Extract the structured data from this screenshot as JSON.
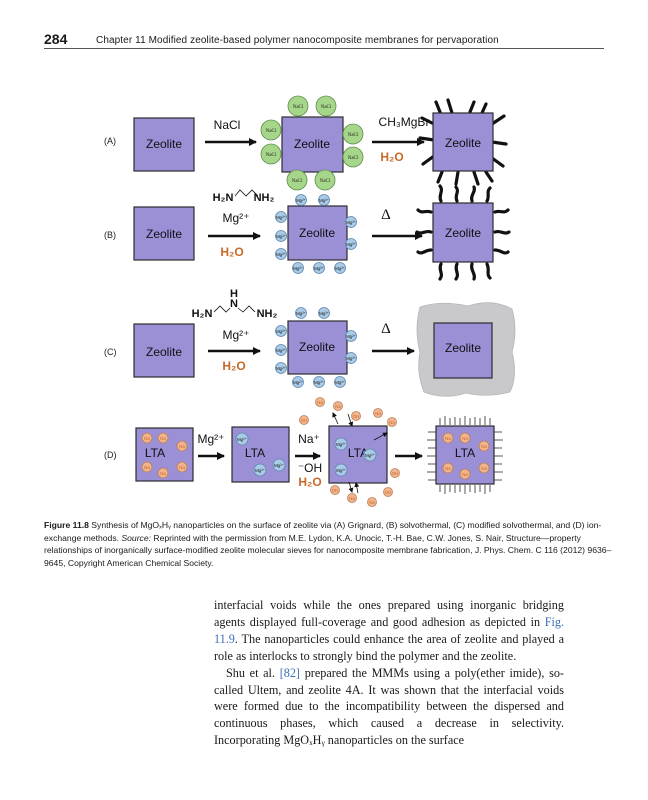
{
  "header": {
    "page_number": "284",
    "chapter": "Chapter 11  Modified zeolite-based polymer nanocomposite membranes for pervaporation"
  },
  "figure": {
    "panels": {
      "A": {
        "label": "(A)",
        "start_block": "Zeolite",
        "reagent": "NaCl",
        "middle_block": "Zeolite",
        "adsorbed_label": "NaCl",
        "second_reagent": "CH₃MgBr",
        "second_condition": "H₂O",
        "end_block": "Zeolite"
      },
      "B": {
        "label": "(B)",
        "start_block": "Zeolite",
        "reagent_left": "H₂N",
        "reagent_right": "NH₂",
        "ion": "Mg²⁺",
        "solvent": "H₂O",
        "middle_block": "Zeolite",
        "adsorbed_label": "Mg²⁺",
        "heat": "Δ",
        "end_block": "Zeolite"
      },
      "C": {
        "label": "(C)",
        "start_block": "Zeolite",
        "reagent_h": "H",
        "reagent_n": "N",
        "reagent_left": "H₂N",
        "reagent_right": "NH₂",
        "ion": "Mg²⁺",
        "solvent": "H₂O",
        "middle_block": "Zeolite",
        "adsorbed_label": "Mg²⁺",
        "heat": "Δ",
        "end_block": "Zeolite"
      },
      "D": {
        "label": "(D)",
        "start_block": "LTA",
        "na_label": "Na",
        "ion": "Mg²⁺",
        "second_block": "LTA",
        "mg_label": "Mg²⁺",
        "reagent_na": "Na⁺",
        "reagent_oh": "⁻OH",
        "solvent": "H₂O",
        "third_block": "LTA",
        "oh_label": "OH",
        "end_block": "LTA"
      }
    }
  },
  "caption": {
    "label": "Figure 11.8",
    "text": " Synthesis of MgOₓHᵧ nanoparticles on the surface of zeolite via (A) Grignard, (B) solvothermal, (C) modified solvothermal, and (D) ion-exchange methods. ",
    "source_label": "Source:",
    "source_text": " Reprinted with the permission from M.E. Lydon, K.A. Unocic, T.-H. Bae, C.W. Jones, S. Nair, Structure—property relationships of inorganically surface-modified zeolite molecular sieves for nanocomposite membrane fabrication, J. Phys. Chem. C 116 (2012) 9636–9645, Copyright American Chemical Society."
  },
  "body": {
    "p1_a": "interfacial voids while the ones prepared using inorganic bridging agents displayed full-coverage and good adhesion as depicted in ",
    "p1_link": "Fig. 11.9",
    "p1_b": ". The nanoparticles could enhance the area of zeolite and played a role as interlocks to strongly bind the polymer and the zeolite.",
    "p2_a": "Shu et al. ",
    "p2_link": "[82]",
    "p2_b": " prepared the MMMs using a poly(ether imide), so-called Ultem, and zeolite 4A. It was shown that the interfacial voids were formed due to the incompatibility between the dispersed and continuous phases, which caused a decrease in selectivity. Incorporating MgOₓHᵧ nanoparticles on the surface"
  },
  "colors": {
    "zeolite_fill": "#9b8fd6",
    "zeolite_stroke": "#2c2c2c",
    "nacl_fill": "#a6d68a",
    "mg_fill": "#a9cbe8",
    "na_fill": "#f2b48c",
    "gray_coating": "#c9c9cc",
    "link": "#3b6fb6"
  }
}
